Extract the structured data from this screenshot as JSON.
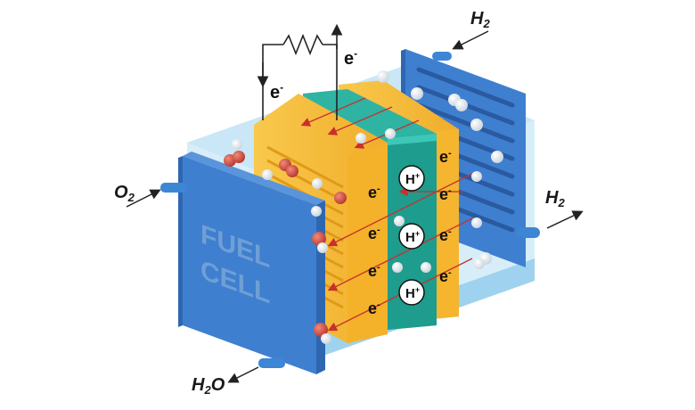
{
  "diagram": {
    "front_panel": {
      "line1": "FUEL",
      "line2": "CELL"
    },
    "inputs": {
      "oxygen": {
        "base": "O",
        "sub": "2"
      },
      "hydrogen_in": {
        "base": "H",
        "sub": "2"
      },
      "hydrogen_out": {
        "base": "H",
        "sub": "2"
      },
      "water": {
        "base": "H",
        "sub": "2",
        "tail": "O"
      }
    },
    "circuit": {
      "electron": "e",
      "charge": "-"
    },
    "membrane": {
      "proton": "H",
      "charge": "+"
    },
    "colors": {
      "panel_blue": "#3f7fd0",
      "panel_side": "#2f66b0",
      "cathode_yellow": "#f7be3a",
      "membrane_teal": "#2fb3a3",
      "housing_light": "#cfe9f7",
      "oxygen_red": "#c8463a",
      "hydrogen_white": "#f2f2f2"
    }
  }
}
